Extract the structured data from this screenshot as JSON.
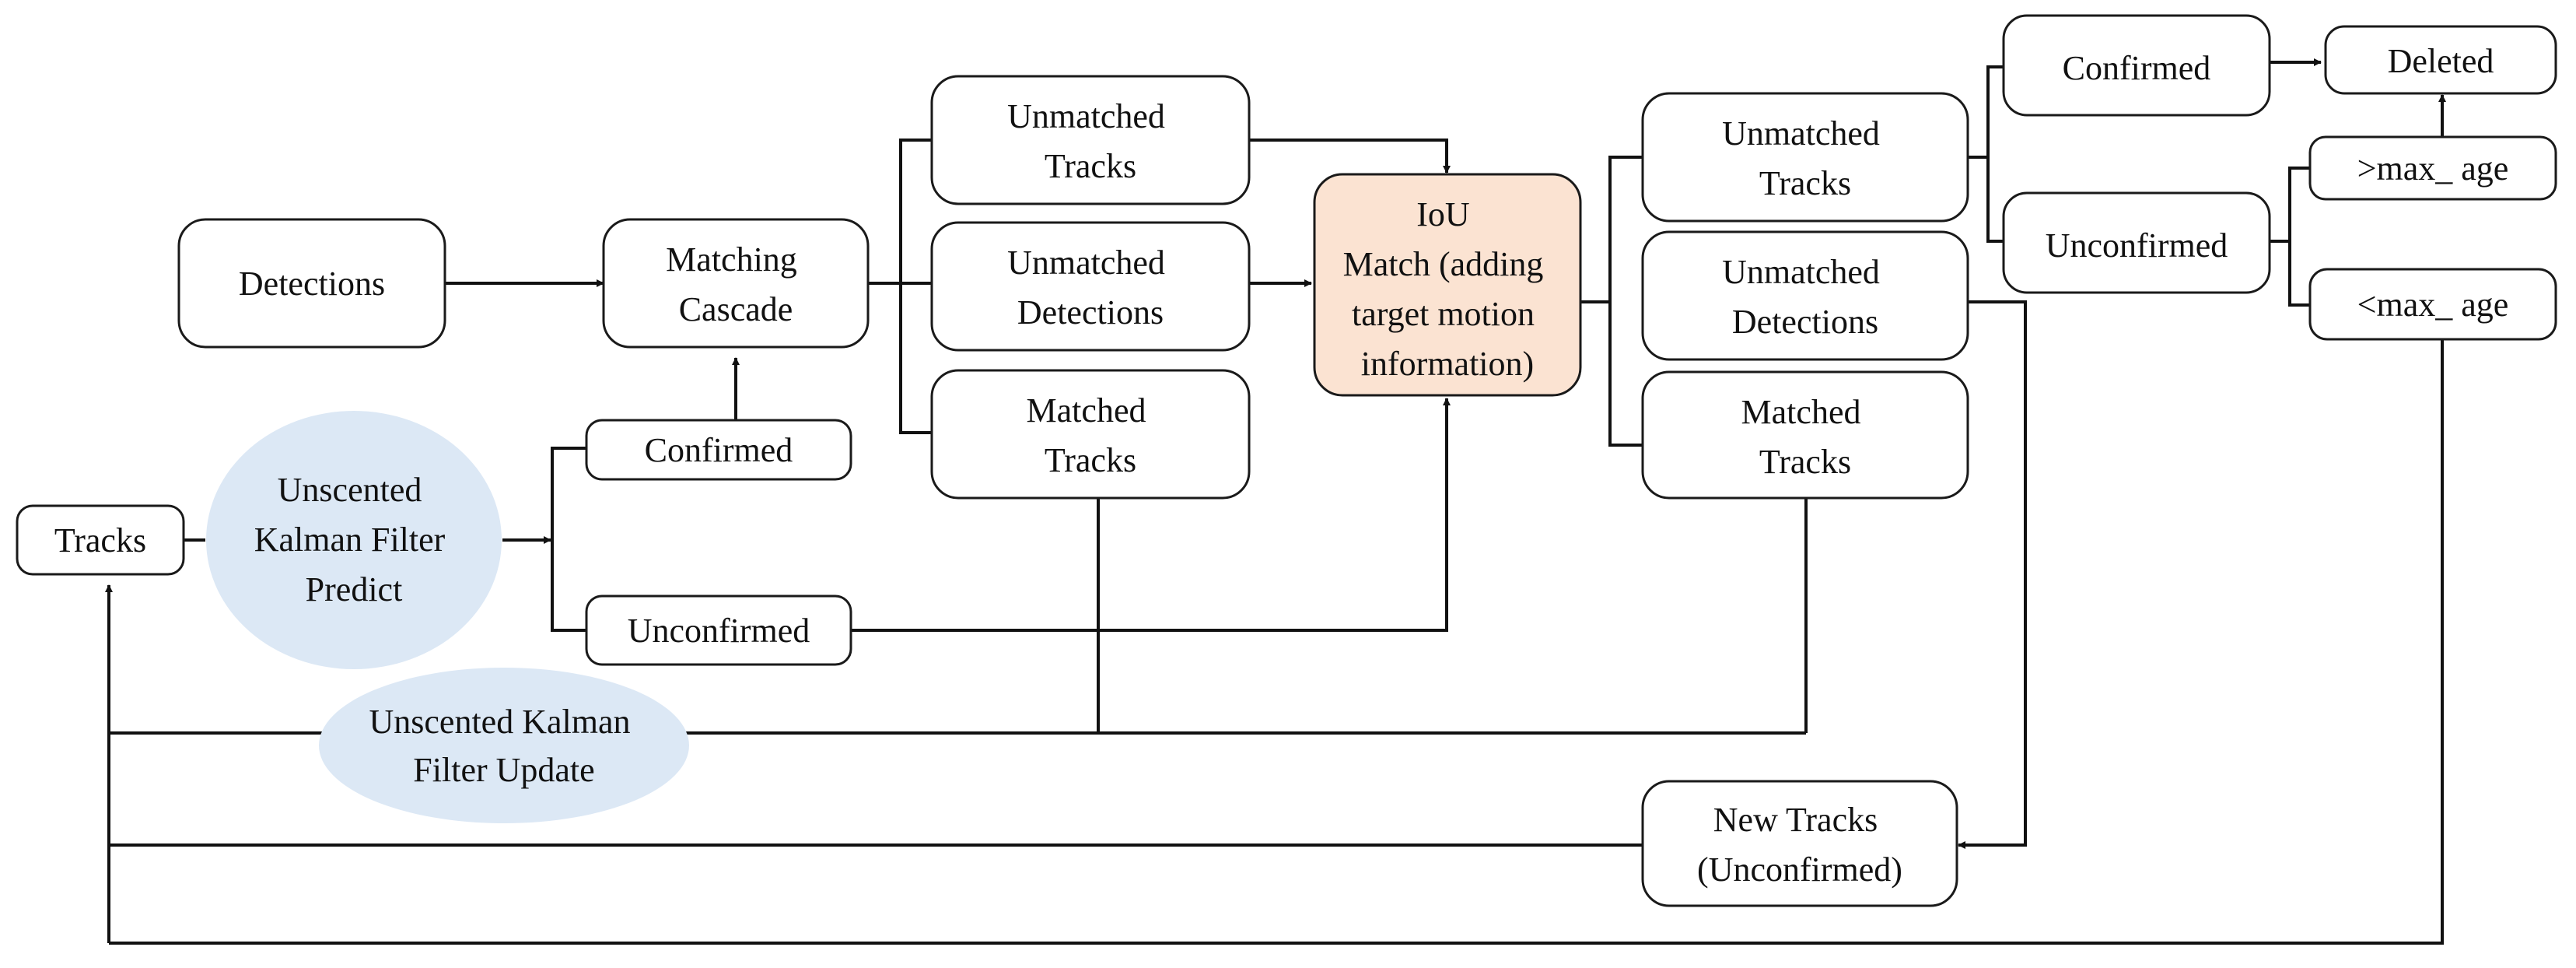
{
  "nodes": {
    "detections": [
      "Detections"
    ],
    "matching_cascade": [
      "Matching",
      "Cascade"
    ],
    "tracks": [
      "Tracks"
    ],
    "ukf_predict": [
      "Unscented",
      "Kalman Filter",
      "Predict"
    ],
    "confirmed_in": [
      "Confirmed"
    ],
    "unconfirmed_in": [
      "Unconfirmed"
    ],
    "unmatched_tracks_1": [
      "Unmatched",
      "Tracks"
    ],
    "unmatched_detections_1": [
      "Unmatched",
      "Detections"
    ],
    "matched_tracks_1": [
      "Matched",
      "Tracks"
    ],
    "iou_match": [
      "IoU",
      "Match (adding",
      "target motion",
      "information)"
    ],
    "unmatched_tracks_2": [
      "Unmatched",
      "Tracks"
    ],
    "unmatched_detections_2": [
      "Unmatched",
      "Detections"
    ],
    "matched_tracks_2": [
      "Matched",
      "Tracks"
    ],
    "confirmed_out": [
      "Confirmed"
    ],
    "unconfirmed_out": [
      "Unconfirmed"
    ],
    "deleted": [
      "Deleted"
    ],
    "gt_max_age": [
      ">max_ age"
    ],
    "lt_max_age": [
      "<max_ age"
    ],
    "ukf_update": [
      "Unscented Kalman",
      "Filter Update"
    ],
    "new_tracks": [
      "New Tracks",
      "(Unconfirmed)"
    ]
  },
  "colors": {
    "iou_fill": "#fbe3d2",
    "ellipse_fill": "#dce8f5",
    "stroke": "#111111"
  }
}
